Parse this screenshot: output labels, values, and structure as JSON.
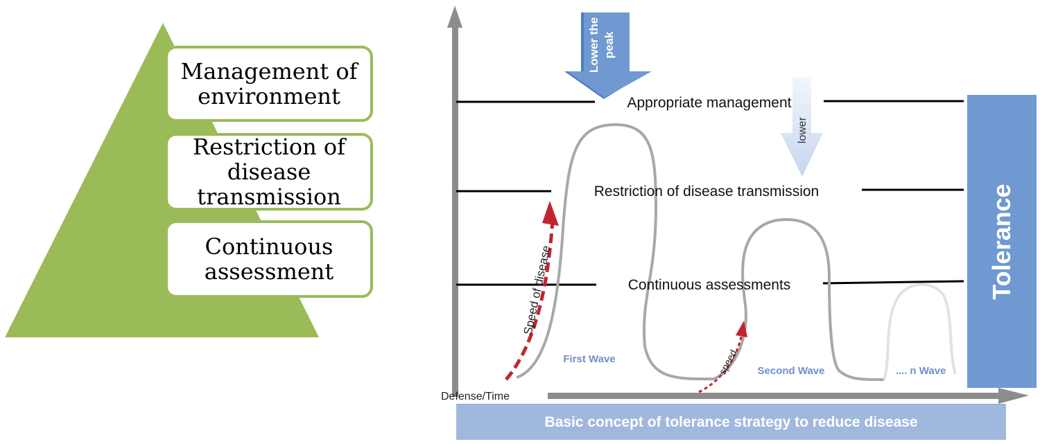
{
  "pyramid": {
    "items": [
      {
        "line1": "Management of",
        "line2": "environment",
        "line3": ""
      },
      {
        "line1": "Restriction of",
        "line2": "disease",
        "line3": "transmission"
      },
      {
        "line1": "Continuous",
        "line2": "assessment",
        "line3": ""
      }
    ]
  },
  "diagram": {
    "arrow_big_label_1": "Lower the",
    "arrow_big_label_2": "peak",
    "arrow_small_label": "lower",
    "level_top": "Appropriate management",
    "level_middle": "Restriction of disease transmission",
    "level_bottom": "Continuous assessments",
    "speed_label_long": "Speed of disease",
    "speed_label_short": "speed",
    "wave_1": "First Wave",
    "wave_2": "Second Wave",
    "wave_n": ".... n Wave",
    "axis_label": "Defense/Time",
    "tolerance": "Tolerance",
    "caption": "Basic concept of tolerance strategy to reduce disease"
  },
  "colors": {
    "pyramid_green": "#9bbb59",
    "axis_gray": "#8c8c8c",
    "speed_red": "#c0262d",
    "blue": "#6f99d0",
    "wave_label_blue": "#6f8fcc"
  }
}
